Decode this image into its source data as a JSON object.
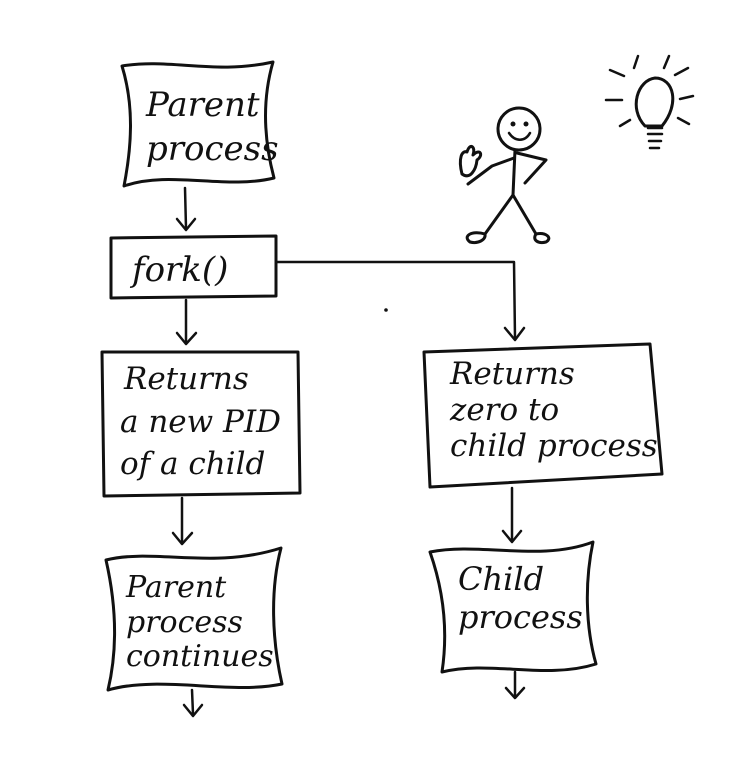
{
  "nodes": {
    "parent_process": {
      "line1": "Parent",
      "line2": "process"
    },
    "fork": {
      "label": "fork()"
    },
    "returns_pid": {
      "line1": "Returns",
      "line2": "a new PID",
      "line3": "of a child"
    },
    "returns_zero": {
      "line1": "Returns",
      "line2": "zero to",
      "line3": "child process"
    },
    "parent_continues": {
      "line1": "Parent",
      "line2": "process",
      "line3": "continues"
    },
    "child_process": {
      "line1": "Child",
      "line2": "process"
    }
  },
  "icons": {
    "stick_figure": "waving-stick-figure-icon",
    "lightbulb": "lightbulb-icon"
  },
  "colors": {
    "ink": "#111111",
    "paper": "#ffffff"
  }
}
